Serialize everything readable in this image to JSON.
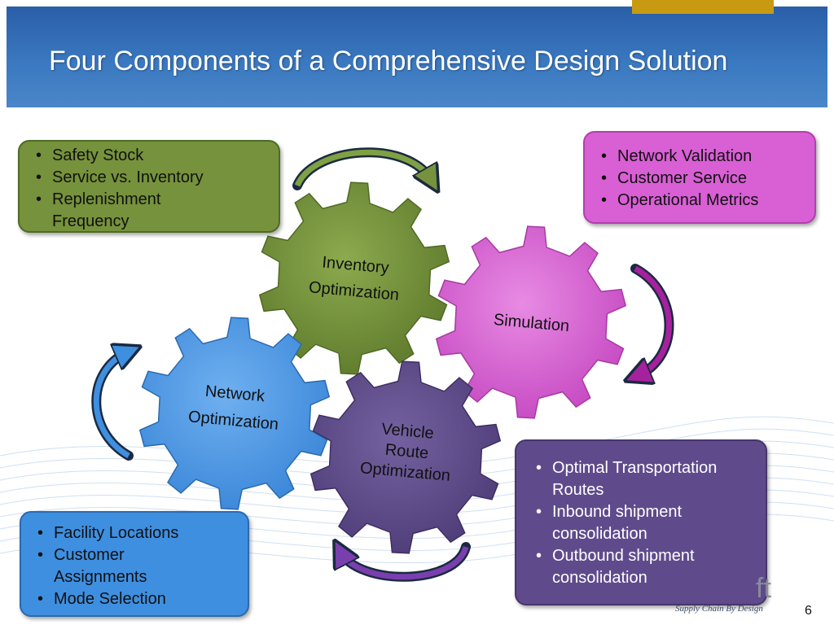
{
  "slide": {
    "title": "Four Components of a Comprehensive Design Solution",
    "page_number": "6",
    "footer": {
      "logo_fragment": "ft",
      "tagline": "Supply Chain By Design"
    }
  },
  "gears": {
    "inventory": {
      "line1": "Inventory",
      "line2": "Optimization",
      "color": "#76923c"
    },
    "simulation": {
      "line1": "Simulation",
      "color": "#d95fd5"
    },
    "network": {
      "line1": "Network",
      "line2": "Optimization",
      "color": "#4a9be8"
    },
    "vehicle": {
      "line1": "Vehicle",
      "line2": "Route",
      "line3": "Optimization",
      "color": "#5f4b8b"
    }
  },
  "boxes": {
    "inventory": {
      "items": [
        "Safety Stock",
        "Service vs. Inventory",
        "Replenishment",
        "Frequency"
      ]
    },
    "simulation": {
      "items": [
        "Network Validation",
        "Customer Service",
        "Operational Metrics"
      ]
    },
    "vehicle": {
      "items": [
        "Optimal Transportation",
        "Routes",
        "Inbound shipment",
        "consolidation",
        "Outbound shipment",
        "consolidation"
      ]
    },
    "network": {
      "items": [
        "Facility Locations",
        "Customer",
        "Assignments",
        "Mode Selection"
      ]
    }
  },
  "colors": {
    "header": "#2f68b0",
    "accent": "#c79a12",
    "green": "#76923c",
    "pink": "#d95fd5",
    "purple": "#5f4b8b",
    "blue": "#3f8fe0"
  }
}
